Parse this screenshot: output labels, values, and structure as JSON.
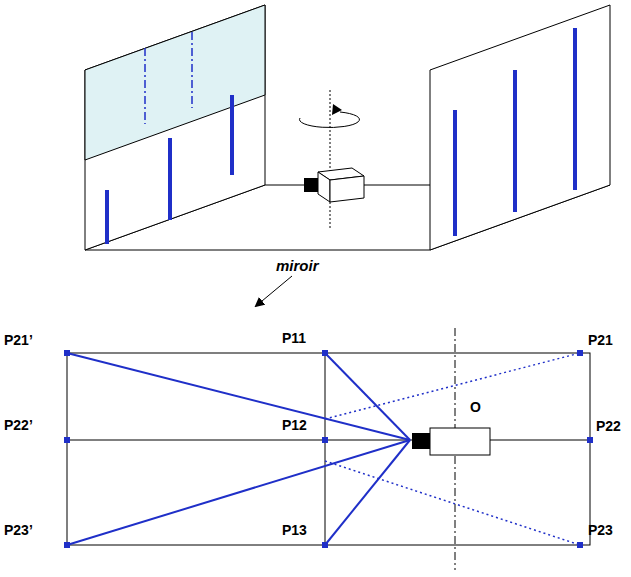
{
  "diagram": {
    "labels": [
      "miroir",
      "P21’",
      "P11",
      "P21",
      "P22’",
      "P12",
      "O",
      "P22",
      "P23’",
      "P13",
      "P23"
    ]
  }
}
